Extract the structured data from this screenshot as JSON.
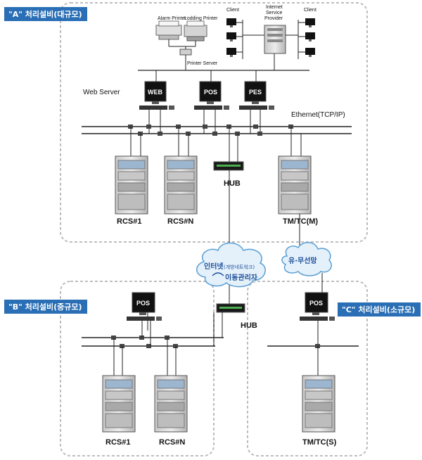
{
  "zones": {
    "a_tag": "\"A\" 처리설비(대규모)",
    "b_tag": "\"B\" 처리설비(중규모)",
    "c_tag": "\"C\" 처리설비(소규모)"
  },
  "devices": {
    "alarm_printer": "Alarm Printer",
    "logging_printer": "Lodding Printer",
    "printer_server": "Printer Server",
    "client_left": "Client",
    "client_right": "Client",
    "isp_1": "Internet",
    "isp_2": "Service",
    "isp_3": "Provider",
    "web_server": "Web Server",
    "web_screen": "WEB",
    "pos_screen": "POS",
    "pes_screen": "PES",
    "ethernet": "Ethernet(TCP/IP)",
    "hub_a": "HUB",
    "hub_b": "HUB",
    "rcs1_a": "RCS#1",
    "rcsn_a": "RCS#N",
    "tmtc_m": "TM/TC(M)",
    "rcs1_b": "RCS#1",
    "rcsn_b": "RCS#N",
    "tmtc_s": "TM/TC(S)",
    "pos_b": "POS",
    "pos_c": "POS"
  },
  "clouds": {
    "internet_main": "인터넷",
    "internet_sub": "(개방네트워크)",
    "mobile": "이동관리자",
    "wired_wireless": "유·무선망"
  },
  "colors": {
    "tag_bg": "#2a6fb5",
    "cabinet": "#d8d8d8",
    "screen": "#111111",
    "line": "#222222",
    "zone_border": "#bbbbbb",
    "cloud_fill": "#e4f1fb",
    "cloud_stroke": "#5a9fd4"
  }
}
